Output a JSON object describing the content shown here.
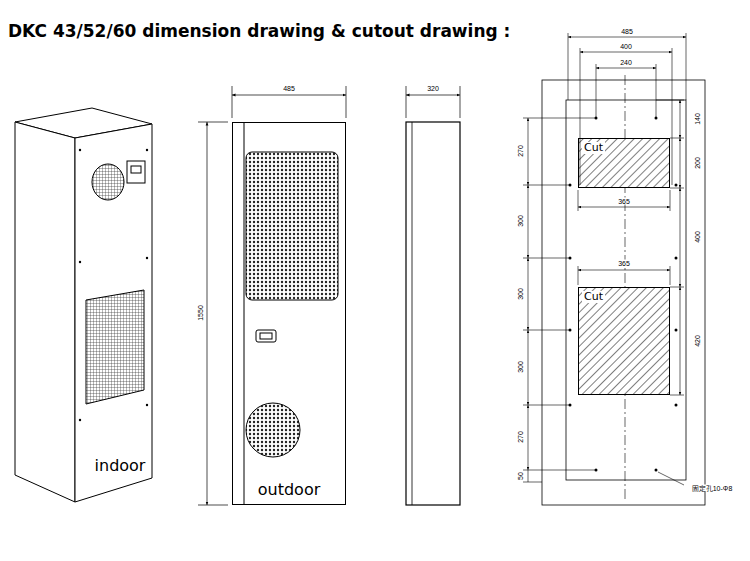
{
  "diagram": {
    "title": "DKC 43/52/60 dimension drawing & cutout drawing :",
    "nodes": [
      {
        "text": [
          "outdoor"
        ]
      },
      {
        "text": [
          "Cut"
        ]
      },
      {
        "text": [
          "Cut"
        ]
      }
    ],
    "labels": [
      "indoor",
      "485",
      "1550",
      "320",
      "485",
      "400",
      "240",
      "140",
      "200",
      "400",
      "420",
      "270",
      "300",
      "300",
      "300",
      "270",
      "50",
      "365",
      "365",
      "固定孔10-Φ8"
    ]
  }
}
